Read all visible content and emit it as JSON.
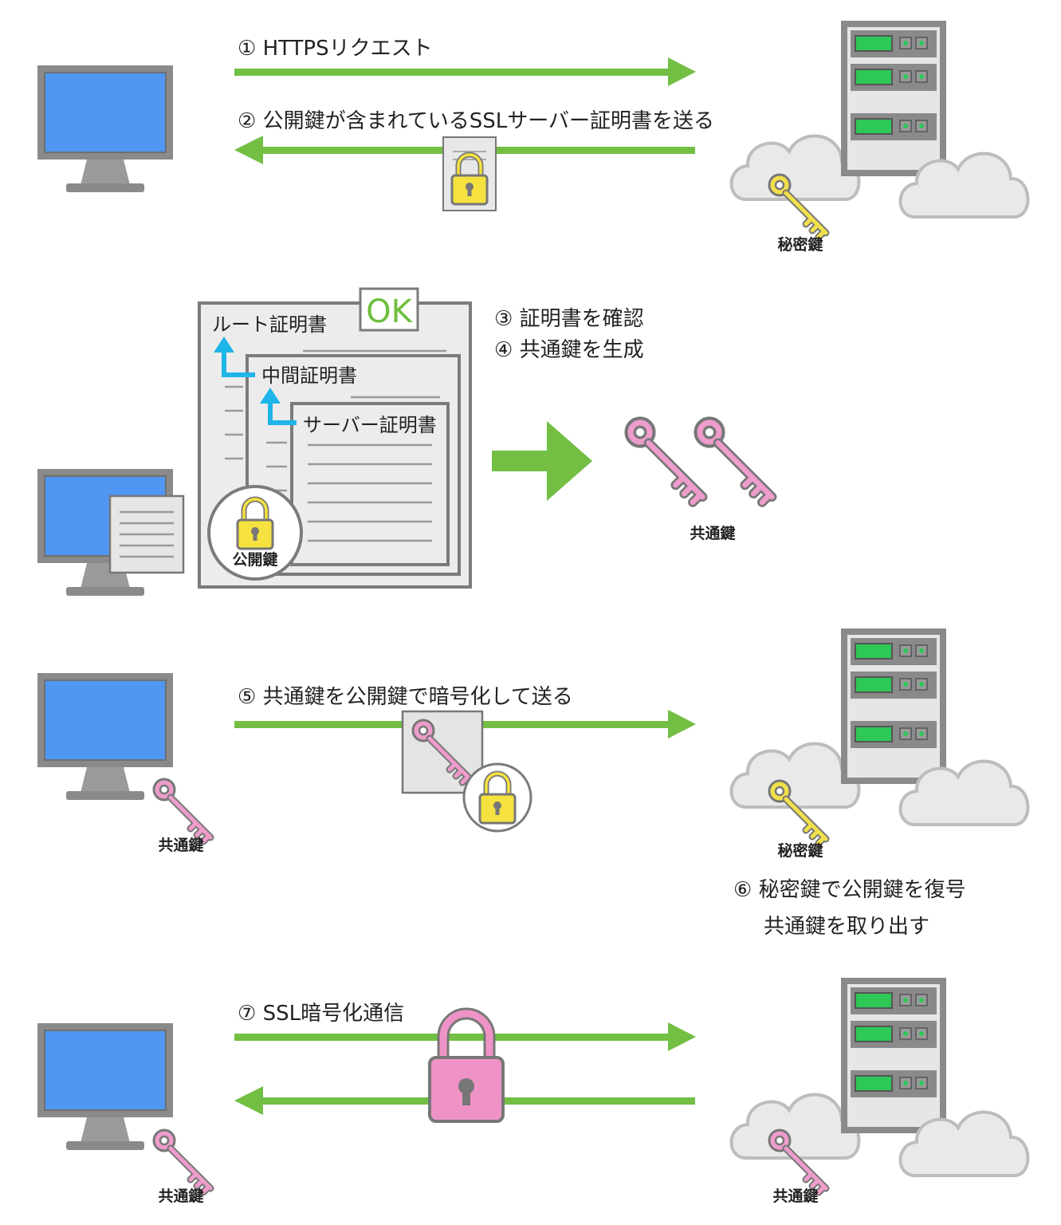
{
  "colors": {
    "arrow": "#72bf44",
    "screen": "#4f97f2",
    "monitor_frame": "#8a8a8a",
    "server_light": "#2ec857",
    "cloud": "#e9e9e9",
    "secret_key": "#f1e04a",
    "common_key": "#ee9ccb",
    "public_lock": "#f5e23f",
    "ssl_lock": "#ef93c6",
    "chain_arrow": "#1fb5e9"
  },
  "icons": {
    "client": "monitor-icon",
    "server": "server-rack-icon",
    "cloud": "cloud-icon",
    "secret_key": "yellow-key-icon",
    "common_key": "pink-key-icon",
    "certificate": "certificate-icon",
    "lock": "padlock-icon"
  },
  "steps": {
    "s1": "① HTTPSリクエスト",
    "s2": "② 公開鍵が含まれているSSLサーバー証明書を送る",
    "s3": "③ 証明書を確認",
    "s4": "④ 共通鍵を生成",
    "s5": "⑤ 共通鍵を公開鍵で暗号化して送る",
    "s6_line1": "⑥ 秘密鍵で公開鍵を復号",
    "s6_line2": "共通鍵を取り出す",
    "s7": "⑦ SSL暗号化通信"
  },
  "labels": {
    "secret_key": "秘密鍵",
    "common_key": "共通鍵",
    "public_key": "公開鍵",
    "ok": "OK",
    "root_cert": "ルート証明書",
    "intermediate_cert": "中間証明書",
    "server_cert": "サーバー証明書"
  }
}
